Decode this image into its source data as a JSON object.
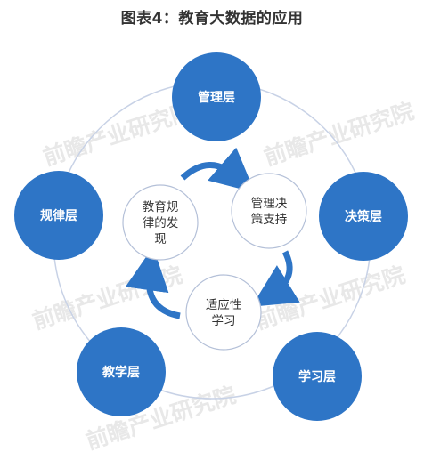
{
  "title": "图表4：教育大数据的应用",
  "watermark": "前瞻产业研究院",
  "colors": {
    "node_fill": "#2e75c6",
    "ring_stroke": "#c8d2e6",
    "inner_stroke": "#b4c0d8",
    "arrow": "#2e75c6"
  },
  "outer_nodes": {
    "top": "管理层",
    "right": "决策层",
    "bottom_right": "学习层",
    "bottom_left": "教学层",
    "left": "规律层"
  },
  "inner_nodes": {
    "left": [
      "教育规",
      "律的发",
      "现"
    ],
    "right": [
      "管理决",
      "策支持"
    ],
    "bottom": [
      "适应性",
      "学习"
    ]
  }
}
